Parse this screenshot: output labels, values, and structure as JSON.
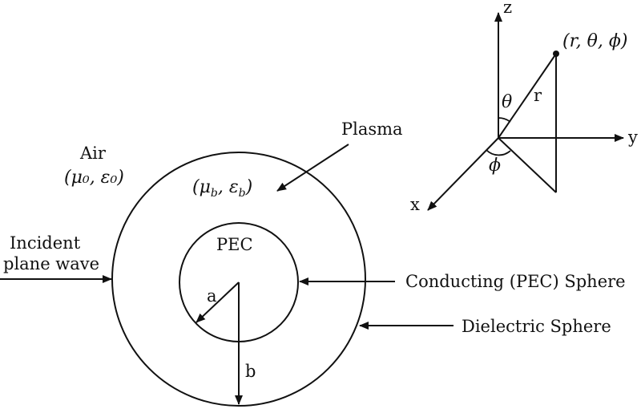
{
  "labels": {
    "air": "Air",
    "air_params": "(μ₀, ε₀)",
    "plasma": "Plasma",
    "plasma_params": "(μ_b, ε_b)",
    "pec": "PEC",
    "radius_a": "a",
    "radius_b": "b",
    "incident_line1": "Incident",
    "incident_line2": "plane wave",
    "conducting_sphere": "Conducting (PEC) Sphere",
    "dielectric_sphere": "Dielectric Sphere"
  },
  "coords": {
    "z_axis": "z",
    "y_axis": "y",
    "x_axis": "x",
    "r_label": "r",
    "theta": "θ",
    "phi": "ϕ",
    "point": "(r, θ, ϕ)"
  }
}
